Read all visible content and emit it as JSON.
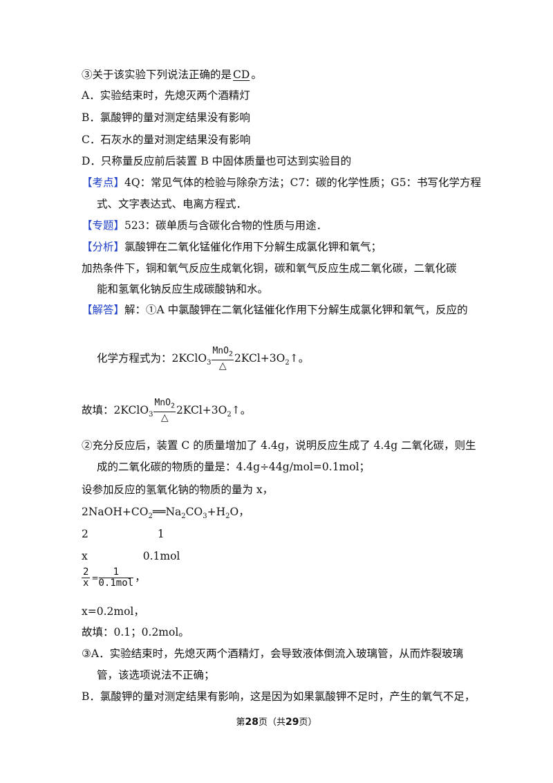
{
  "q3": {
    "prefix": "③关于该实验下列说法正确的是",
    "answer": "CD",
    "suffix": "。",
    "options": [
      "A．实验结束时，先熄灭两个酒精灯",
      "B．氯酸钾的量对测定结果没有影响",
      "C．石灰水的量对测定结果没有影响",
      "D．只称量反应前后装置 B 中固体质量也可达到实验目的"
    ]
  },
  "kaodian": {
    "tag": "【考点】",
    "line1": "4Q：常见气体的检验与除杂方法；C7：碳的化学性质；G5：书写化学方程",
    "line2": "式、文字表达式、电离方程式．"
  },
  "zhuanti": {
    "tag": "【专题】",
    "text": "523：碳单质与含碳化合物的性质与用途．"
  },
  "fenxi": {
    "tag": "【分析】",
    "line1": "氯酸钾在二氧化锰催化作用下分解生成氯化钾和氧气；",
    "line2": "加热条件下，铜和氧气反应生成氧化铜，碳和氧气反应生成二氧化碳，二氧化碳",
    "line3": "能和氢氧化钠反应生成碳酸钠和水。"
  },
  "jieda": {
    "tag": "【解答】",
    "line1": "解：①A 中氯酸钾在二氧化锰催化作用下分解生成氯化钾和氧气，反应的",
    "eq_intro": "化学方程式为：",
    "fill_label": "故填：",
    "eq_left": "2KClO",
    "eq_left_sub": "3",
    "catalyst": "MnO",
    "catalyst_sub": "2",
    "condition": "△",
    "eq_right": "2KCl+3O",
    "eq_right_sub": "2",
    "eq_end": "↑。"
  },
  "part2": {
    "line1": "②充分反应后，装置 C 的质量增加了  4.4g，说明反应生成了 4.4g 二氧化碳，则生",
    "line2": "成的二氧化碳的物质的量是：4.4g÷44g/mol=0.1mol；",
    "line3": "设参加反应的氢氧化钠的物质的量为 x，",
    "reaction": {
      "a": "2NaOH+CO",
      "s1": "2",
      "b": "══Na",
      "s2": "2",
      "c": "CO",
      "s3": "3",
      "d": "+H",
      "s4": "2",
      "e": "O，"
    },
    "ratio_top_left": "2",
    "ratio_top_right": "1",
    "ratio_bottom_left": "x",
    "ratio_bottom_right": "0.1mol",
    "frac1_num": "2",
    "frac1_den": "x",
    "frac_eq": "=",
    "frac2_num": "1",
    "frac2_den": "0.1mol",
    "frac_end": "，",
    "result": "x=0.2mol，",
    "fill": "故填：0.1；0.2mol。"
  },
  "part3": {
    "line1": "③A．实验结束时，先熄灭两个酒精灯，会导致液体倒流入玻璃管，从而炸裂玻璃",
    "line2": "管，该选项说法不正确；",
    "line3": "B．氯酸钾的量对测定结果有影响，这是因为如果氯酸钾不足时，产生的氧气不足，"
  },
  "footer": {
    "pre": "第",
    "page": "28",
    "mid": "页（共",
    "total": "29",
    "post": "页）"
  }
}
